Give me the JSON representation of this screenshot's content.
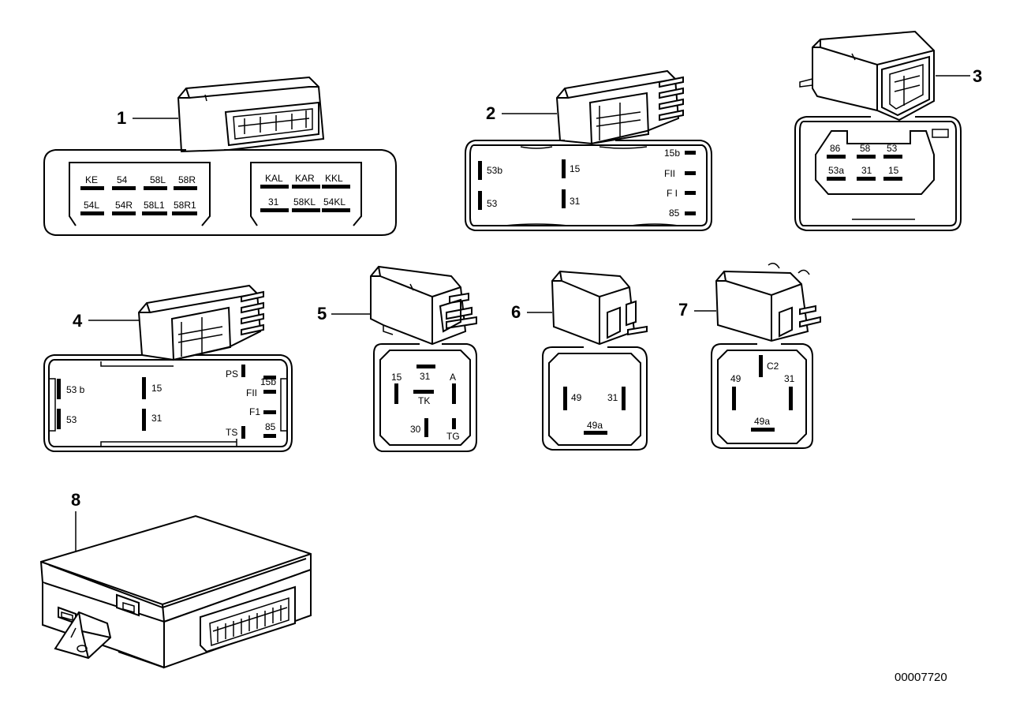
{
  "callouts": [
    "1",
    "2",
    "3",
    "4",
    "5",
    "6",
    "7",
    "8"
  ],
  "doc_number": "00007720",
  "relay1": {
    "left_top": [
      "KE",
      "54",
      "58L",
      "58R"
    ],
    "left_bottom": [
      "54L",
      "54R",
      "58L1",
      "58R1"
    ],
    "right_top": [
      "KAL",
      "KAR",
      "KKL"
    ],
    "right_bottom": [
      "31",
      "58KL",
      "54KL"
    ]
  },
  "relay2": {
    "left": [
      "53b",
      "53"
    ],
    "mid": [
      "15",
      "31"
    ],
    "right": [
      "15b",
      "FII",
      "F I",
      "85"
    ]
  },
  "relay3": {
    "top": [
      "86",
      "58",
      "53"
    ],
    "bottom": [
      "53a",
      "31",
      "15"
    ]
  },
  "relay4": {
    "left": [
      "53 b",
      "53"
    ],
    "mid": [
      "15",
      "31"
    ],
    "right_a": [
      "PS",
      "TS"
    ],
    "right_b": [
      "15b",
      "FII",
      "F1",
      "85"
    ]
  },
  "relay5": {
    "pins": [
      "15",
      "31",
      "A",
      "TK",
      "30",
      "TG"
    ]
  },
  "relay6": {
    "pins": [
      "49",
      "31",
      "49a"
    ]
  },
  "relay7": {
    "pins": [
      "C2",
      "49",
      "31",
      "49a"
    ]
  }
}
